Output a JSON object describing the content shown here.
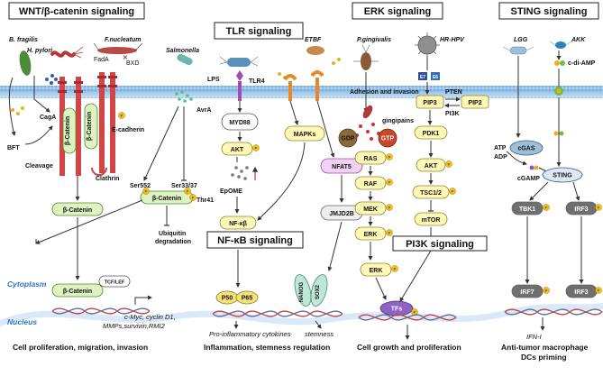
{
  "headers": {
    "wnt": "WNT/β-catenin signaling",
    "tlr": "TLR  signaling",
    "erk": "ERK  signaling",
    "sting": "STING  signaling"
  },
  "regions": {
    "cytoplasm": "Cytoplasm",
    "nucleus": "Nucleus"
  },
  "wnt": {
    "b_fragilis": "B. fragilis",
    "h_pylori": "H. pylori",
    "f_nucleatum": "F.nucleatum",
    "salmonella": "Salmonella",
    "fada": "FadA",
    "bxd": "BXD",
    "cag_a": "CagA",
    "bft": "BFT",
    "cleavage": "Cleavage",
    "e_cadherin": "E-cadherin",
    "clathrin": "Clathrin",
    "avr_a": "AvrA",
    "beta_catenin": "β-Catenin",
    "ser552": "Ser552",
    "ser33_37": "Ser33/37",
    "thr41": "Thr41",
    "ubiquitin": "Ubiquitin",
    "degradation": "degradation",
    "tcf_lef": "TCF/LEF",
    "targets_line1": "c-Myc, cyclin D1,",
    "targets_line2": "MMPs,survivin,RMI2",
    "outcome": "Cell proliferation, migration, invasion"
  },
  "tlr": {
    "lps": "LPS",
    "tlr4": "TLR4",
    "etbf": "ETBF",
    "myd88": "MYD88",
    "akt": "AKT",
    "epome": "EpOME",
    "mapks": "MAPKs",
    "nf_kb": "NF-κβ",
    "nf_kb_signaling": "NF-κB signaling",
    "nfat5": "NFAT5",
    "jmjd2b": "JMJD2B",
    "nanog": "NANOG",
    "sox2": "SOX2",
    "p50": "P50",
    "p65": "P65",
    "cytokines": "Pro-inflammatory cytokines",
    "stemness": "stemness",
    "outcome": "Inflammation, stemness regulation"
  },
  "erk": {
    "p_gingivalis": "P.gingivalis",
    "adhesion": "Adhesion and invasion",
    "gingipains": "gingipains",
    "gdp": "GDP",
    "gtp": "GTP",
    "ras": "RAS",
    "raf": "RAF",
    "mek": "MEK",
    "erk": "ERK",
    "erk2": "ERK",
    "tfs": "TFs",
    "outcome": "Cell growth and proliferation"
  },
  "pi3k": {
    "hr_hpv": "HR-HPV",
    "e7": "E7",
    "e6": "E6",
    "pip3": "PIP3",
    "pip2": "PIP2",
    "pten": "PTEN",
    "pi3k": "PI3K",
    "pdk1": "PDK1",
    "akt": "AKT",
    "tsc": "TSC1/2",
    "mtor": "mTOR",
    "pi3k_signaling": "PI3K  signaling"
  },
  "sting": {
    "lgg": "LGG",
    "akk": "AKK",
    "c_di_amp": "c-di-AMP",
    "cgas": "cGAS",
    "atp": "ATP",
    "adp": "ADP",
    "cgamp": "cGAMP",
    "sting": "STING",
    "tbk1": "TBK1",
    "irf3": "IRF3",
    "irf7": "IRF7",
    "irf3_nuc": "IRF3",
    "ifn": "IFN-I",
    "outcome_line1": "Anti-tumor macrophage",
    "outcome_line2": "DCs priming"
  },
  "phospho_label": "P"
}
